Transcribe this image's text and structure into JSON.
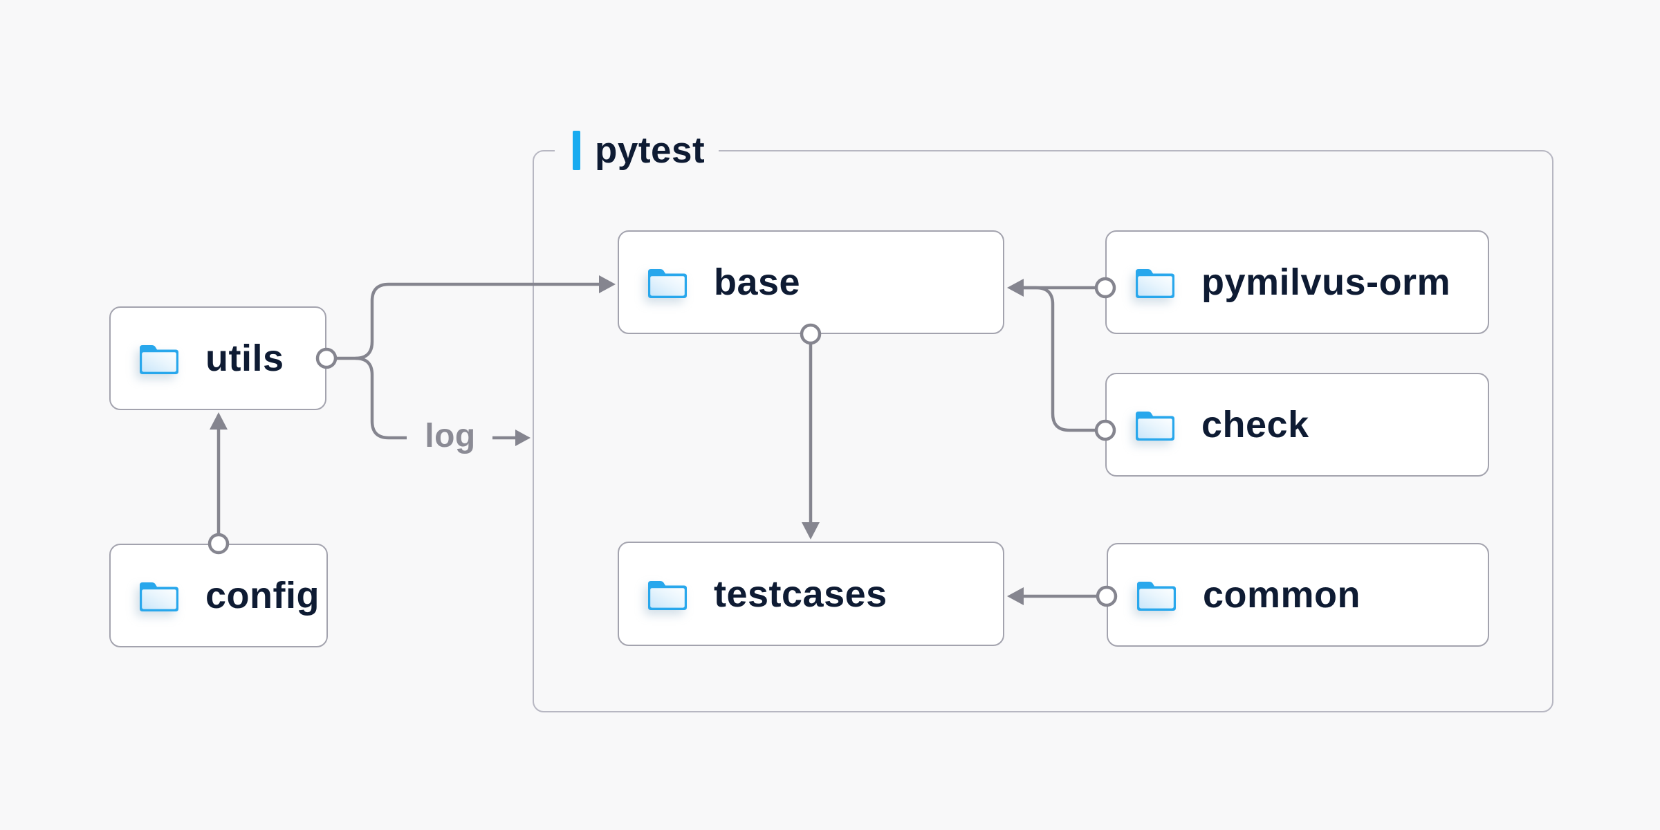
{
  "group": {
    "title": "pytest"
  },
  "nodes": [
    {
      "id": "utils",
      "label": "utils",
      "inside_group": false
    },
    {
      "id": "config",
      "label": "config",
      "inside_group": false
    },
    {
      "id": "base",
      "label": "base",
      "inside_group": true
    },
    {
      "id": "pymilvus-orm",
      "label": "pymilvus-orm",
      "inside_group": true
    },
    {
      "id": "check",
      "label": "check",
      "inside_group": true
    },
    {
      "id": "testcases",
      "label": "testcases",
      "inside_group": true
    },
    {
      "id": "common",
      "label": "common",
      "inside_group": true
    }
  ],
  "edge_labels": {
    "log": "log"
  },
  "edges": [
    {
      "from": "config",
      "to": "utils"
    },
    {
      "from": "utils",
      "to": "base"
    },
    {
      "from": "utils",
      "to": "pytest-group",
      "label": "log"
    },
    {
      "from": "pymilvus-orm",
      "to": "base"
    },
    {
      "from": "check",
      "to": "base"
    },
    {
      "from": "base",
      "to": "testcases"
    },
    {
      "from": "common",
      "to": "testcases"
    }
  ],
  "icons": {
    "node_icon": "folder-icon"
  },
  "colors": {
    "background": "#f8f8f9",
    "node_background": "#ffffff",
    "node_border": "#a3a3ae",
    "group_border": "#b7b7c2",
    "text": "#0e1b33",
    "wire": "#85858f",
    "edge_label_text": "#8b8b95",
    "accent_bar": "#18abf0",
    "folder_blue": "#28a7ec"
  }
}
